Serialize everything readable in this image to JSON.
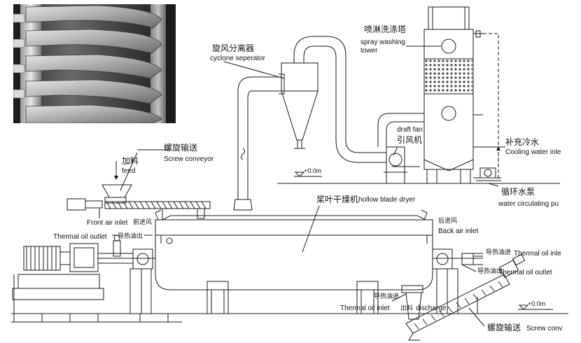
{
  "title": "",
  "photo": {
    "kind": "hollow blade rotor close-up photo"
  },
  "labels": {
    "spray_tower_cn": "喷淋洗涤塔",
    "spray_tower_en_1": "spray washing",
    "spray_tower_en_2": "tower",
    "cyclone_cn": "旋风分离器",
    "cyclone_en": "cyclone seperator",
    "draft_fan_en": "draft fan",
    "draft_fan_cn": "引风机",
    "screw_feed_cn": "螺旋输送",
    "screw_feed_en": "Screw conveyor",
    "feed_cn": "加料",
    "feed_en": "feed",
    "cooling_cn": "补充冷水",
    "cooling_en": "Cooling water inle",
    "pump_cn": "循环水泵",
    "pump_en": "water circulating pu",
    "dryer_cn": "桨叶干燥机",
    "dryer_en": "hollow blade dryer",
    "front_air_en": "Front air inlet",
    "front_air_cn": "前进风",
    "back_air_cn": "后进风",
    "back_air_en": "Back air inlet",
    "oil_out_left_en": "Thermal oil outlet",
    "oil_out_left_cn": "导热油出",
    "oil_in_right_cn": "导热油进",
    "oil_in_right_en": "Thermal oil inle",
    "oil_out_right_cn": "导热油出",
    "oil_out_right_en": "Thermal oil outlet",
    "oil_in_bottom_cn": "导热油进",
    "oil_in_bottom_en": "Thermal oil inlet",
    "discharge_cn": "出料",
    "discharge_en": "discharge",
    "screw_out_cn": "螺旋输送",
    "screw_out_en": "Screw conv",
    "level_top": "+0.0m",
    "level_right": "+0.0m"
  },
  "colors": {
    "line": "#1a1a1a",
    "packing": "#555555",
    "photo_dark": "#2b2b2b",
    "photo_light": "#c8c8c8"
  }
}
